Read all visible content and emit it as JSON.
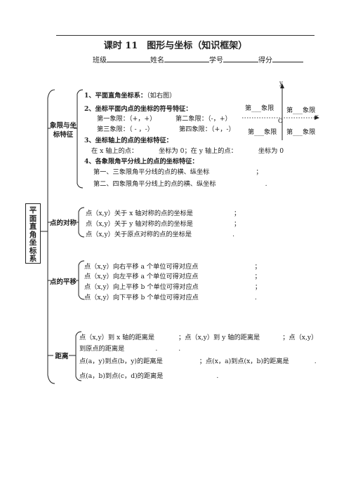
{
  "header": {
    "title": "课时 11　图形与坐标（知识框架）",
    "class_label": "班级",
    "name_label": "姓名",
    "id_label": "学号",
    "score_label": "得分"
  },
  "sidebar_title": [
    "平",
    "面",
    "直",
    "角",
    "坐",
    "标",
    "系"
  ],
  "sections": {
    "quadrant": {
      "label_line1": "象限与坐",
      "label_line2": "标特征",
      "item1_title": "1、平面直角坐标系：",
      "item1_note": "（如右图）",
      "item2_title": "2、坐标平面内点的坐标的符号特征：",
      "q1": "第一象限：（+，+）",
      "q2": "第二象限：（-，+）",
      "q3": "第三象限：（ - ，-）",
      "q4": "第四象限：（+，-）",
      "item3_title": "3、坐标轴上的点的坐标特征：",
      "axis_text_a": "在 x 轴上的点：",
      "axis_text_b": "坐标为 0；在 y 轴上的点：",
      "axis_text_c": "坐标为 0",
      "item4_title": "4、各象限角平分线上的点的坐标特征：",
      "bisector1a": "第一、三象限角平分线的点的横、纵坐标",
      "bisector1b": "；",
      "bisector2a": "第二、四象限角平分线上的点的横、纵坐标",
      "bisector2b": "."
    },
    "symmetry": {
      "label": "点的对称",
      "line1": "点（x,y）关于 x 轴对称的点的坐标是",
      "line2": "点（x,y）关于 y 轴对称的点的坐标是",
      "line3": "点（x,y）关于原点对称的点的坐标是",
      "end1": "；",
      "end2": "；",
      "end3": "."
    },
    "translation": {
      "label": "点的平移",
      "line1": "点（x,y）向右平移 a 个单位可得对应点",
      "line2": "点（x,y）向左平移 a 个单位可得对应点",
      "line3": "点（x,y）向上平移 b 个单位可得对应点",
      "line4": "点（x,y）向下平移 b 个单位可得对应点",
      "end1": "；",
      "end2": "；",
      "end3": "；",
      "end4": "."
    },
    "distance": {
      "label": "距离",
      "l1a": "点（x,y）到 x 轴的距离是",
      "l1b": "；点（x,y）到 y 轴的距离是",
      "l1c": "；点（x,y）",
      "l2a": "到原点的距离是",
      "l2b": ".",
      "l2c": ".",
      "l3a": "点(a，y)到点(b，y)的距离是",
      "l3b": "；点(x，a)到点(x，b)的距离是",
      "l3c": ".",
      "l4a": "点(a，b)到点(c，d)的距离是",
      "l4b": "."
    }
  },
  "diagram": {
    "q2_label": "第___象限",
    "q1_label": "第___象限",
    "q3_label": "第___象限",
    "q4_label": "第___象限",
    "axis_x": "x",
    "axis_y": "y",
    "origin": "O"
  }
}
